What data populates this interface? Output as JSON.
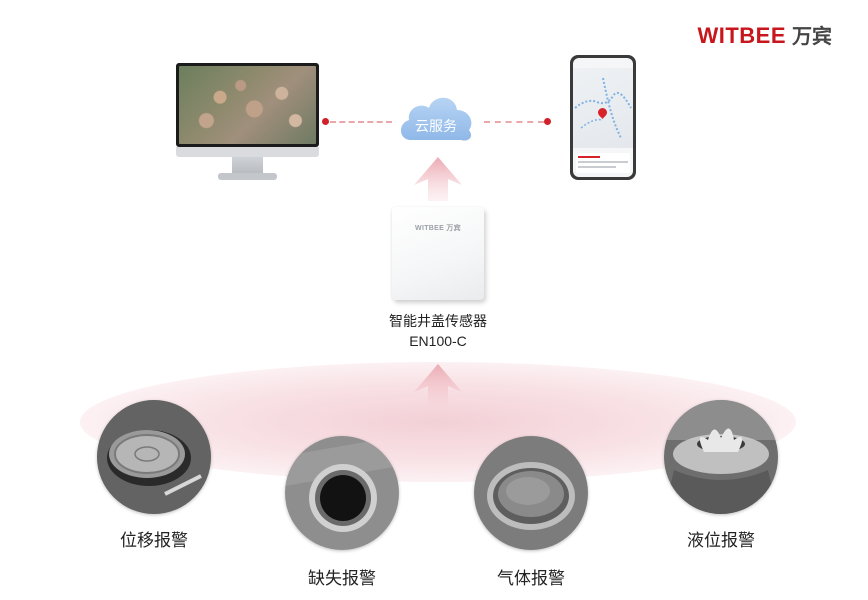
{
  "brand": {
    "name_en": "WITBEE",
    "name_cn": "万宾"
  },
  "cloud": {
    "label": "云服务"
  },
  "sensor": {
    "logo_en": "WITBEE",
    "logo_cn": "万宾",
    "name": "智能井盖传感器",
    "model": "EN100-C"
  },
  "scenes": [
    {
      "label": "位移报警"
    },
    {
      "label": "缺失报警"
    },
    {
      "label": "气体报警"
    },
    {
      "label": "液位报警"
    }
  ],
  "colors": {
    "brand_red": "#c8161d",
    "connector_dot": "#d0202a",
    "cloud_blue": "#9cc3ee",
    "arrow_pink": "#f0b8bf"
  },
  "icons": [
    "monitor-icon",
    "phone-icon",
    "cloud-icon",
    "arrow-up-icon"
  ]
}
